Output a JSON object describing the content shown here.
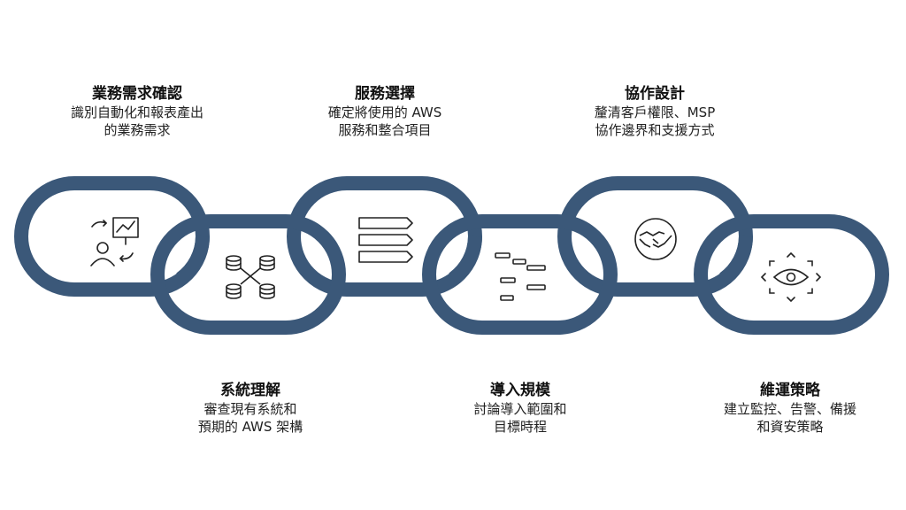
{
  "colors": {
    "link": "#3b5879",
    "icon": "#222222",
    "background": "#ffffff"
  },
  "steps": [
    {
      "title": "業務需求確認",
      "desc": "識別自動化和報表產出\n的業務需求",
      "icon": "presenter-board-icon"
    },
    {
      "title": "系統理解",
      "desc": "審查現有系統和\n預期的 AWS 架構",
      "icon": "database-network-icon"
    },
    {
      "title": "服務選擇",
      "desc": "確定將使用的 AWS\n服務和整合項目",
      "icon": "stacked-layers-icon"
    },
    {
      "title": "導入規模",
      "desc": "討論導入範圍和\n目標時程",
      "icon": "gantt-chart-icon"
    },
    {
      "title": "協作設計",
      "desc": "釐清客戶權限、MSP\n協作邊界和支援方式",
      "icon": "handshake-icon"
    },
    {
      "title": "維運策略",
      "desc": "建立監控、告警、備援\n和資安策略",
      "icon": "eye-monitor-icon"
    }
  ]
}
